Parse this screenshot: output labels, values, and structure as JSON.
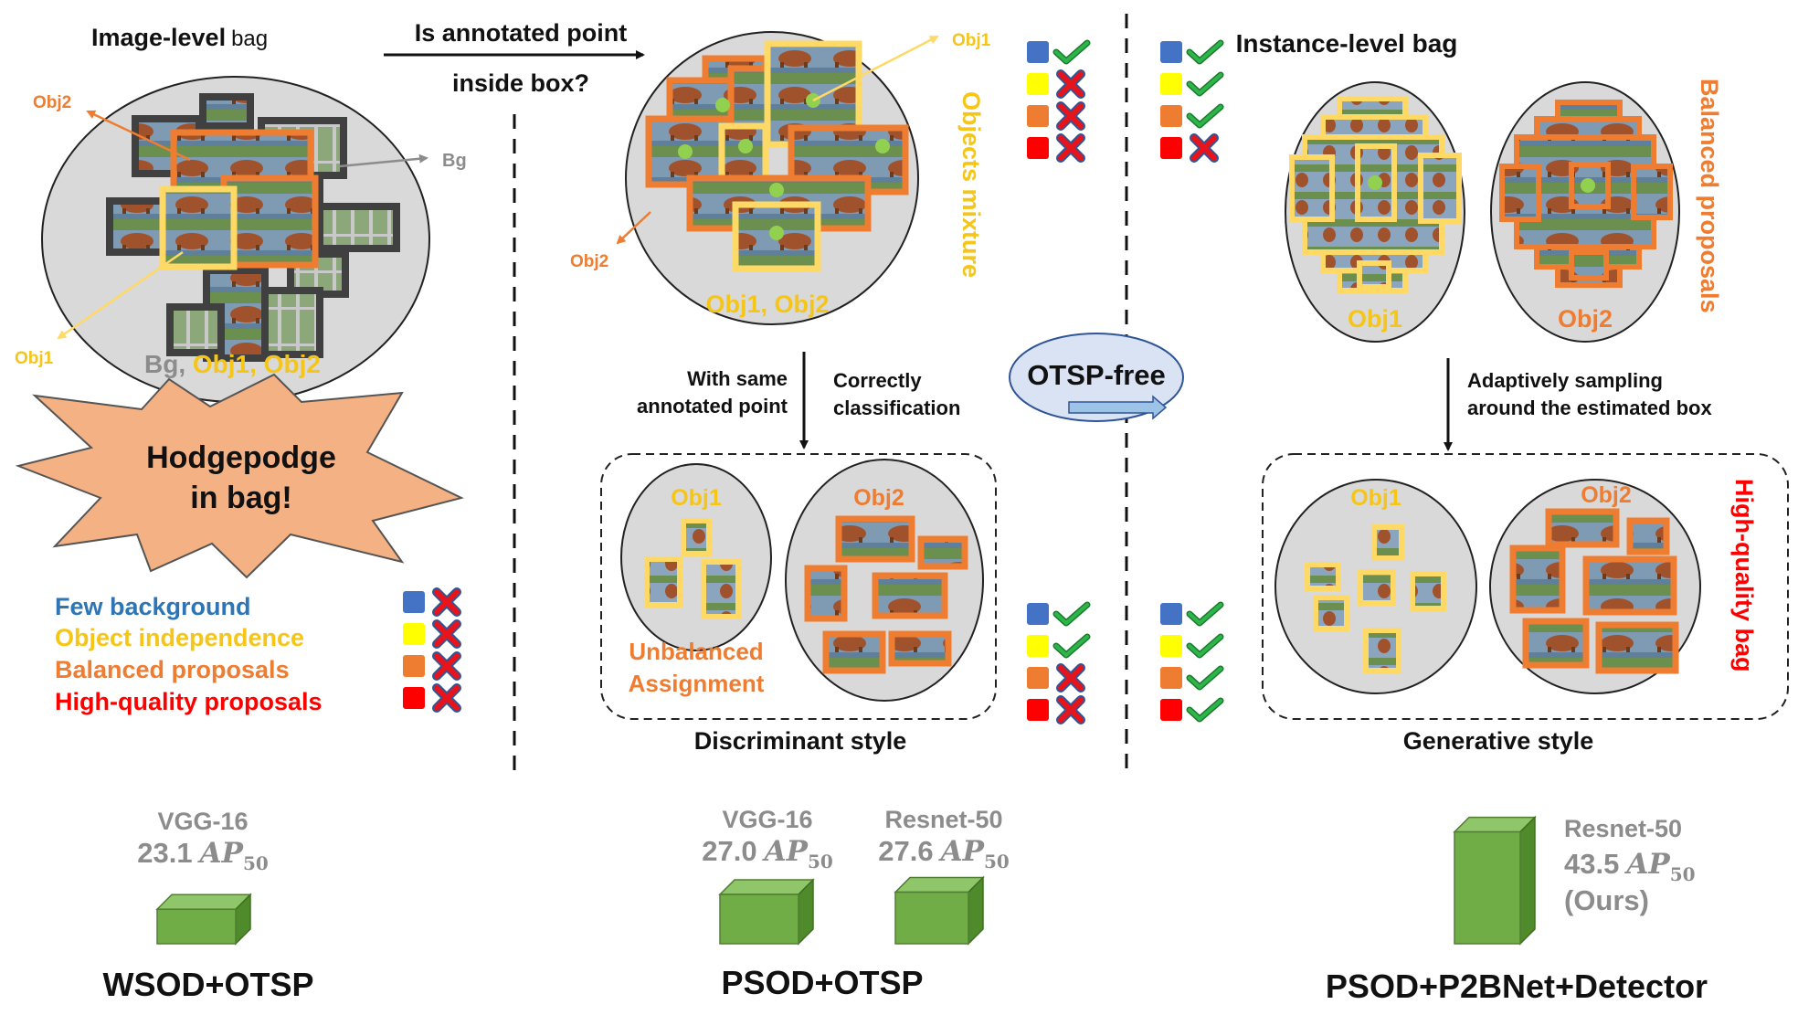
{
  "left": {
    "title": "Image-level",
    "title_suffix": "bag",
    "obj2": "Obj2",
    "obj1": "Obj1",
    "bg": "Bg",
    "circle_label_bg": "Bg, ",
    "circle_label_obj": "Obj1, Obj2",
    "burst_line1": "Hodgepodge",
    "burst_line2": "in bag!",
    "criteria": [
      "Few background",
      "Object independence",
      "Balanced proposals",
      "High-quality proposals"
    ],
    "criteria_status": [
      "cross",
      "cross",
      "cross",
      "cross"
    ],
    "backbone": "VGG-16",
    "ap_value": "23.1",
    "ap_label": "AP",
    "ap_sub": "50",
    "method": "WSOD+OTSP"
  },
  "arrow_question": {
    "line1": "Is annotated point",
    "line2": "inside box?"
  },
  "middle": {
    "obj1": "Obj1",
    "obj2": "Obj2",
    "vertical_label": "Objects mixture",
    "circle_label": "Obj1, Obj2",
    "status_top": [
      "check",
      "cross",
      "cross",
      "cross"
    ],
    "step_left_line1": "With same",
    "step_left_line2": "annotated point",
    "step_right_line1": "Correctly",
    "step_right_line2": "classification",
    "bag_obj1": "Obj1",
    "bag_obj2": "Obj2",
    "unbalanced_line1": "Unbalanced",
    "unbalanced_line2": "Assignment",
    "status_bottom": [
      "check",
      "check",
      "cross",
      "cross"
    ],
    "style_label": "Discriminant style",
    "backbone_a": "VGG-16",
    "ap_a": "27.0",
    "backbone_b": "Resnet-50",
    "ap_b": "27.6",
    "ap_label": "AP",
    "ap_sub": "50",
    "method": "PSOD+OTSP"
  },
  "center": {
    "otsp_free": "OTSP-free",
    "status_top": [
      "check",
      "check",
      "check",
      "cross"
    ],
    "status_bottom": [
      "check",
      "check",
      "check",
      "check"
    ]
  },
  "right": {
    "title": "Instance-level bag",
    "obj1": "Obj1",
    "obj2": "Obj2",
    "vertical_label_top": "Balanced proposals",
    "step_line1": "Adaptively sampling",
    "step_line2": "around the estimated box",
    "bag_obj1": "Obj1",
    "bag_obj2": "Obj2",
    "vertical_label_bottom": "High-quality bag",
    "style_label": "Generative style",
    "backbone": "Resnet-50",
    "ap_value": "43.5",
    "ap_label": "AP",
    "ap_sub": "50",
    "ours": "(Ours)",
    "method": "PSOD+P2BNet+Detector"
  },
  "colors": {
    "blue": "#4472c4",
    "yellow": "#ffff00",
    "orange": "#ee7d31",
    "red": "#ff0000",
    "check": "#2db54a",
    "cross": "#e8141c",
    "box_yellow": "#ffd966",
    "box_orange": "#ee7d31",
    "bar_green": "#70ad47",
    "ellipse_gray": "#d9d9d9",
    "burst_fill": "#f4b183",
    "otsp_fill": "#dae3f3"
  }
}
